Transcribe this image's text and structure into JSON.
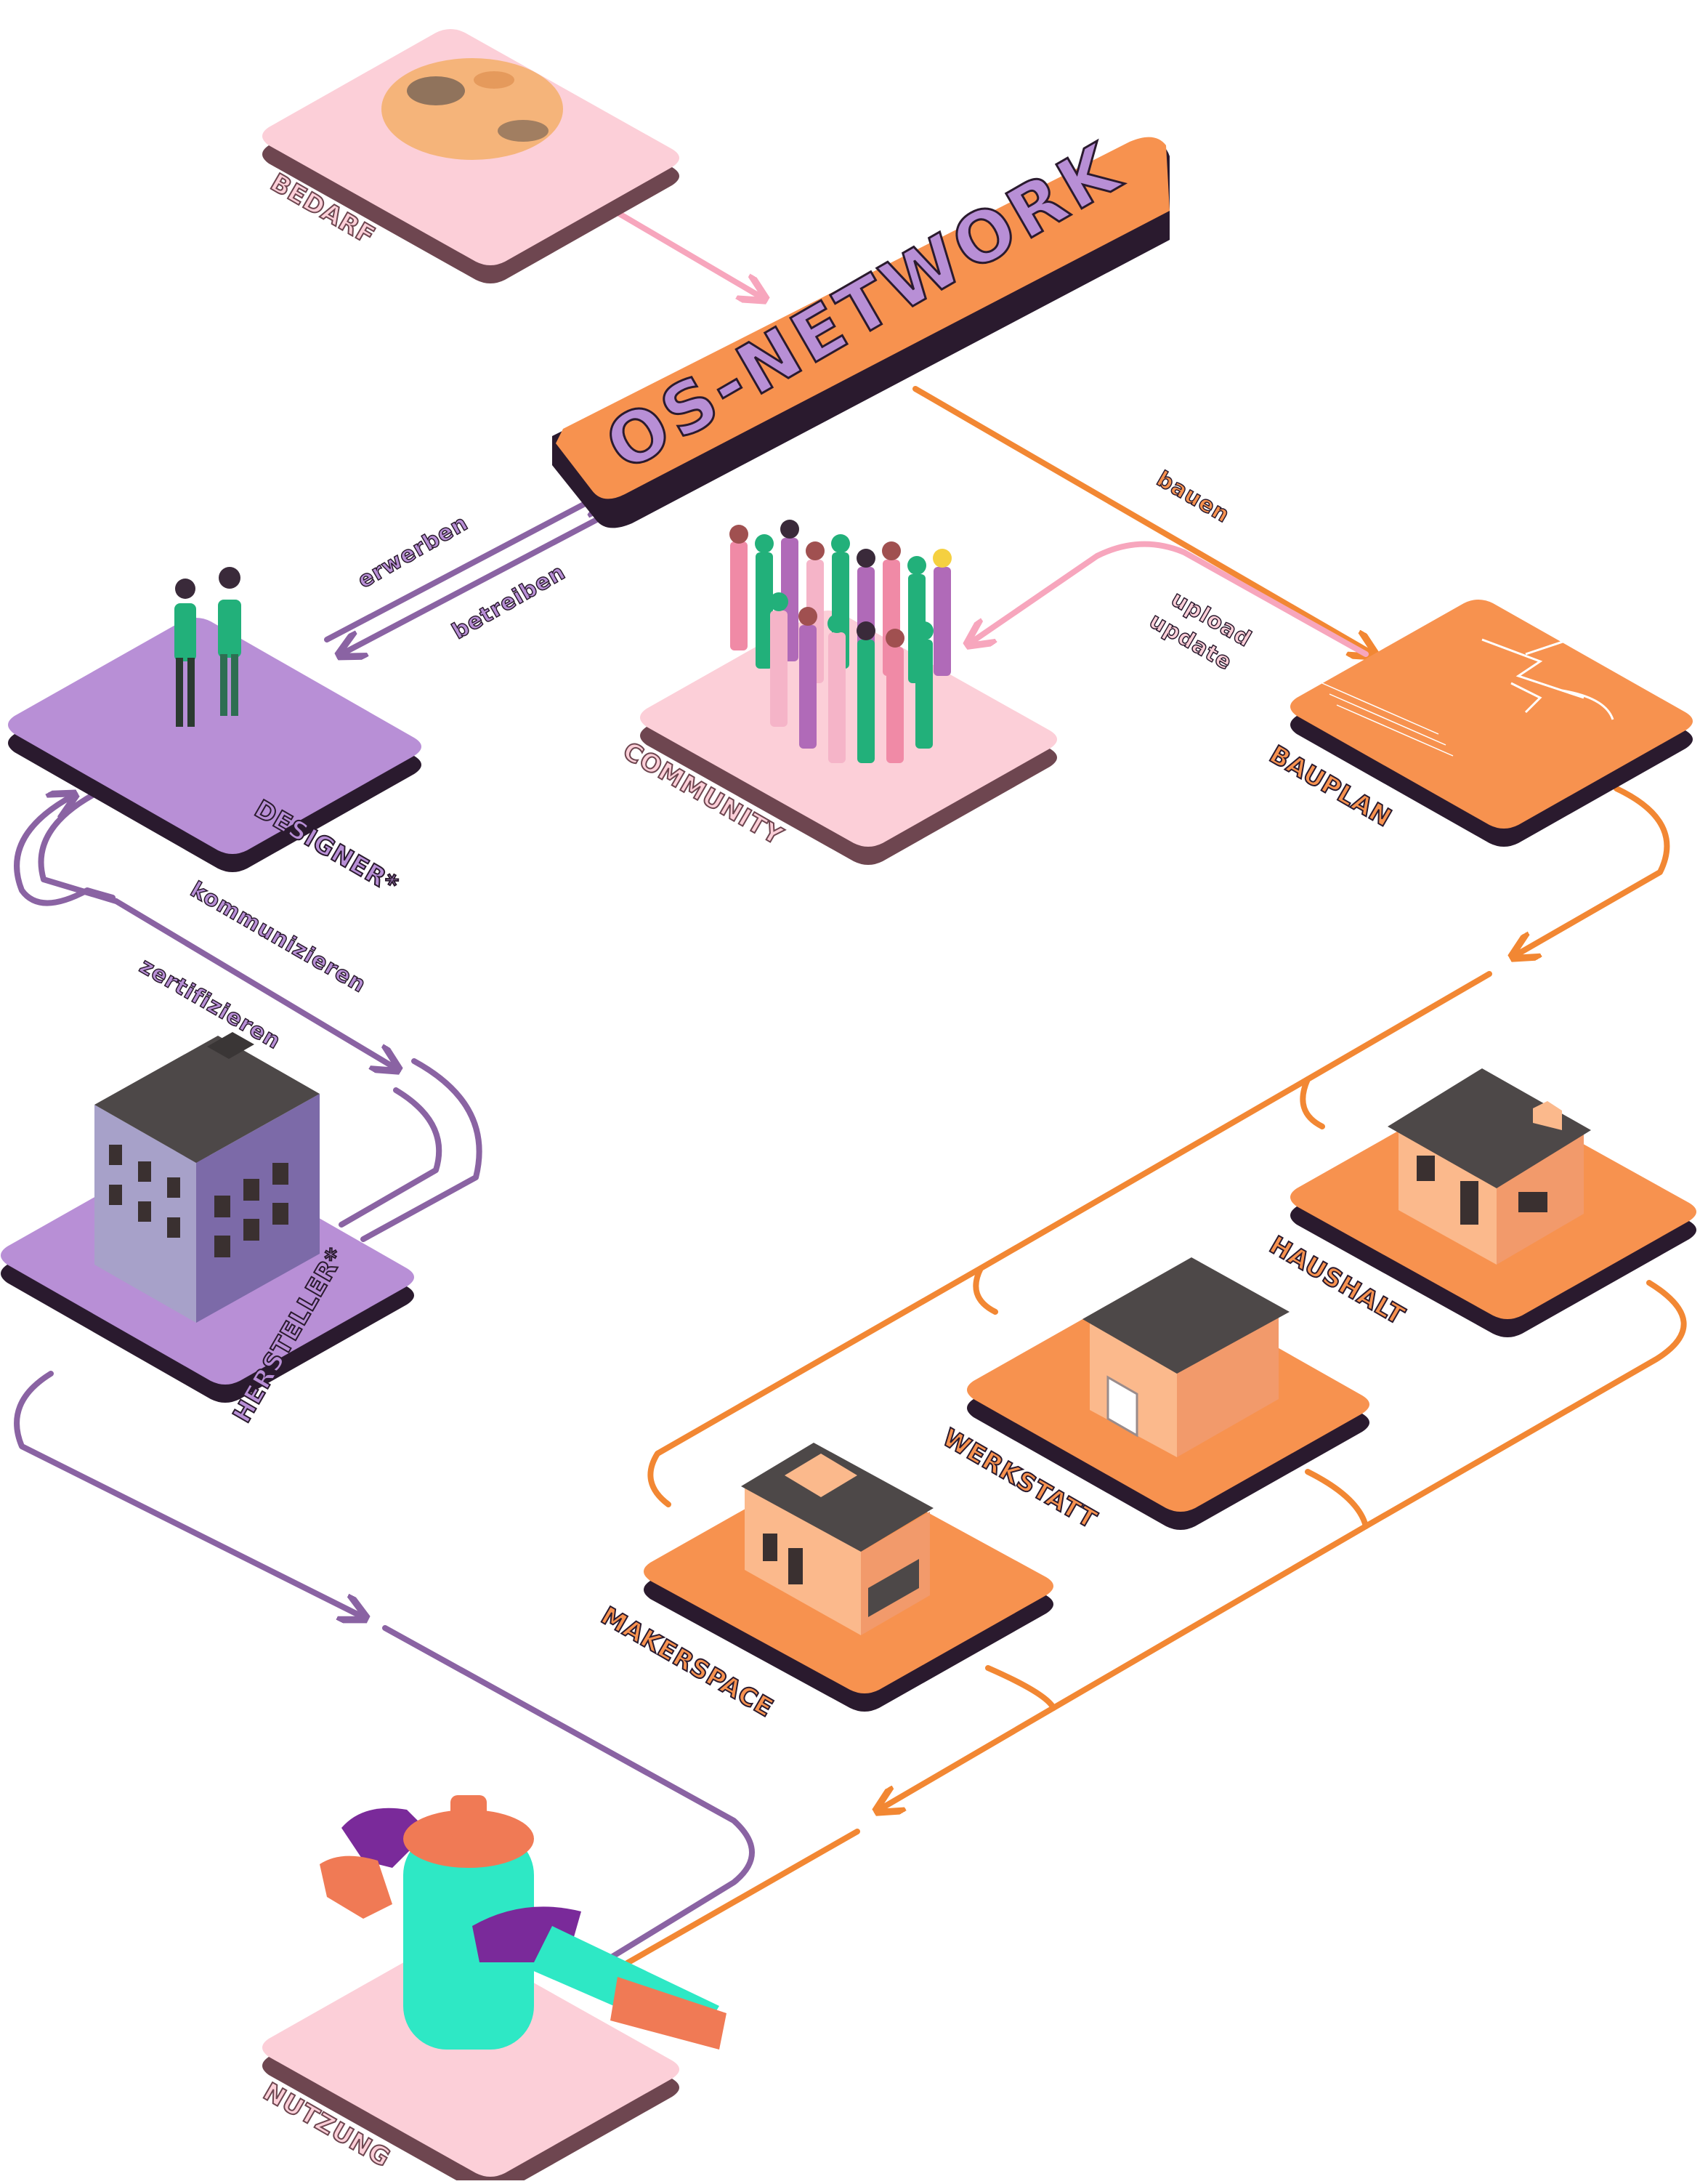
{
  "diagram": {
    "title": "OS-NETWORK",
    "nodes": {
      "bedarf": "BEDARF",
      "designer": "DESIGNER*",
      "community": "COMMUNITY",
      "bauplan": "BAUPLAN",
      "hersteller": "HERSTELLER*",
      "haushalt": "HAUSHALT",
      "werkstatt": "WERKSTATT",
      "makerspace": "MAKERSPACE",
      "nutzung": "NUTZUNG"
    },
    "edges": {
      "erwerben": "erwerben",
      "betreiben": "betreiben",
      "bauen": "bauen",
      "upload": "upload",
      "update": "update",
      "kommunizieren": "kommunizieren",
      "zertifizieren": "zertifizieren"
    },
    "colors": {
      "orange": "#f7924f",
      "orange_line": "#f28733",
      "purple": "#b88fd6",
      "purple_line": "#8a63a3",
      "pink": "#fccfd8",
      "pink_line": "#f7a6bd",
      "dark": "#2a1a2e",
      "pink_side": "#6e4650"
    }
  }
}
